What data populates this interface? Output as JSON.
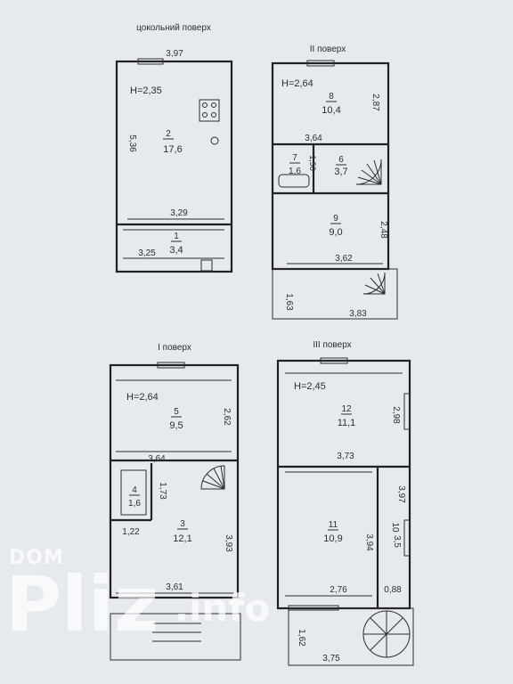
{
  "floors": {
    "basement": {
      "title": "цокольний поверх",
      "height": "H=2,35",
      "dims": {
        "top": "3,97",
        "left": "5,36",
        "bottom_inner": "3,29",
        "bottom": "3,25"
      },
      "rooms": [
        {
          "num": "2",
          "area": "17,6"
        },
        {
          "num": "1",
          "area": "3,4"
        }
      ]
    },
    "second": {
      "title": "ІІ поверх",
      "height": "H=2,64",
      "dims": {
        "right_top": "2,87",
        "mid": "3,64",
        "small": "1,56",
        "right_mid": "2,48",
        "bottom": "3,62",
        "ext_left": "1,63",
        "ext_bottom": "3,83"
      },
      "rooms": [
        {
          "num": "8",
          "area": "10,4"
        },
        {
          "num": "7",
          "area": "1,6"
        },
        {
          "num": "6",
          "area": "3,7"
        },
        {
          "num": "9",
          "area": "9,0"
        }
      ]
    },
    "first": {
      "title": "І поверх",
      "height": "H=2,64",
      "dims": {
        "right_top": "2,62",
        "mid": "3,64",
        "small": "1,73",
        "left": "1,22",
        "right": "3,93",
        "bottom": "3,61"
      },
      "rooms": [
        {
          "num": "5",
          "area": "9,5"
        },
        {
          "num": "4",
          "area": "1,6"
        },
        {
          "num": "3",
          "area": "12,1"
        }
      ]
    },
    "third": {
      "title": "ІІІ поверх",
      "height": "H=2,45",
      "dims": {
        "right_top": "2,98",
        "mid": "3,73",
        "right_mid": "3,97",
        "inner": "3,94",
        "bottom": "2,76",
        "bottom_small": "0,88",
        "ext_left": "1,62",
        "ext_bottom": "3,75"
      },
      "rooms": [
        {
          "num": "12",
          "area": "11,1"
        },
        {
          "num": "11",
          "area": "10,9"
        },
        {
          "num": "10",
          "area": "3,5"
        }
      ]
    }
  },
  "watermark": {
    "top": "DOM",
    "main": "Pliz",
    "suffix": ".info"
  }
}
